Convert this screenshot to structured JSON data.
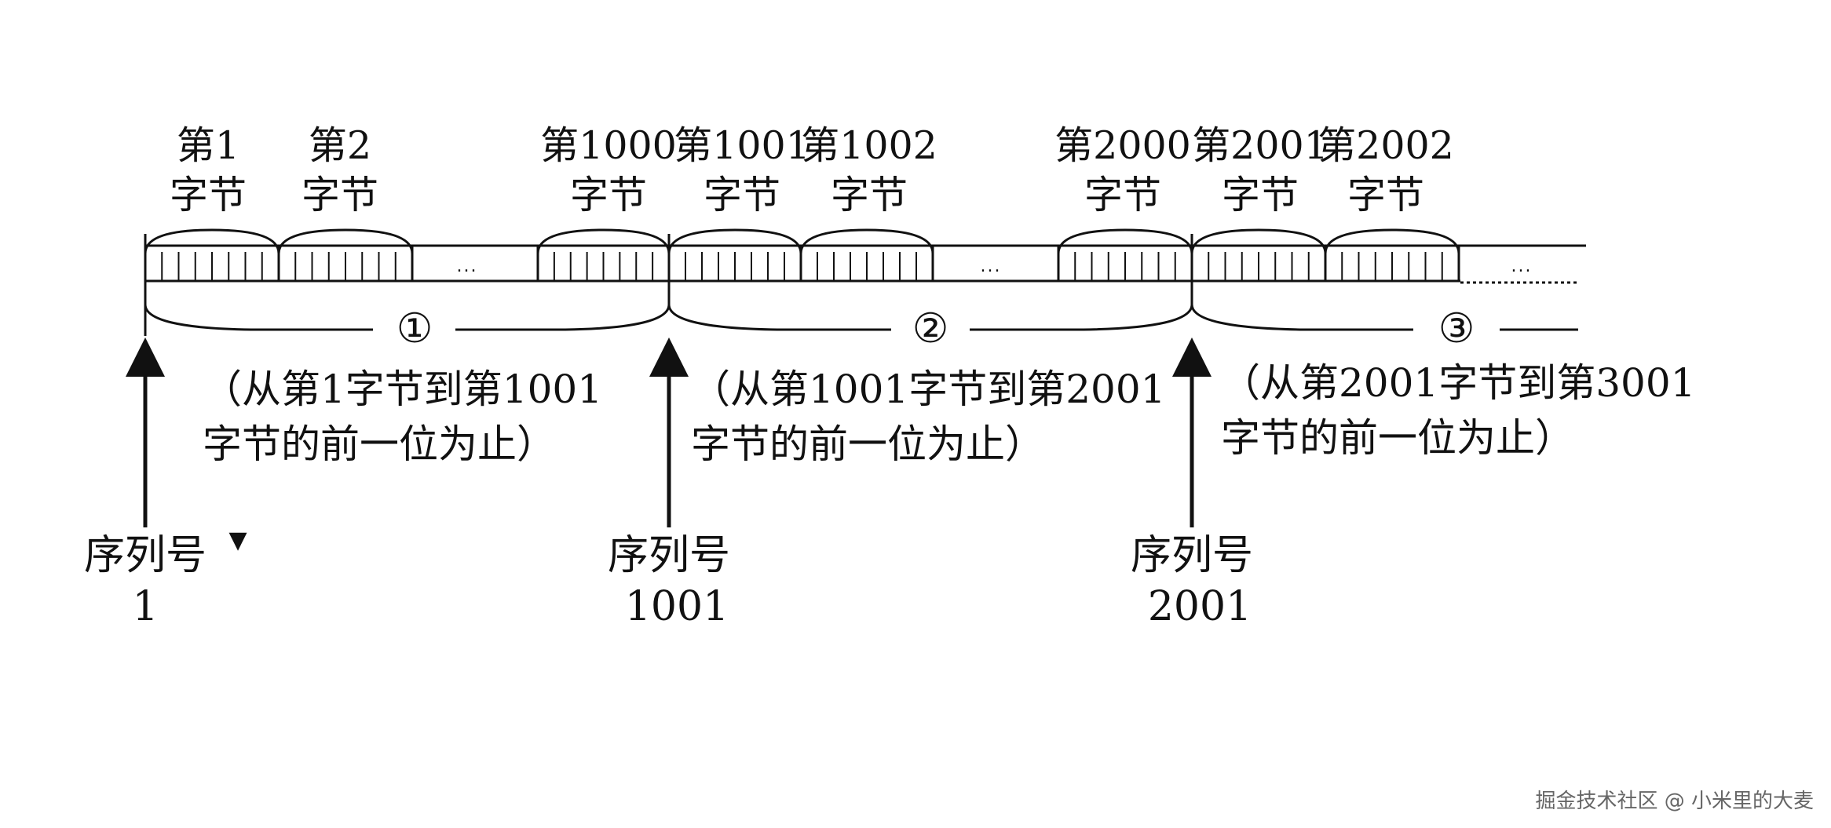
{
  "bytes": [
    {
      "prefix": "第1",
      "suffix": "字节"
    },
    {
      "prefix": "第2",
      "suffix": "字节"
    },
    {
      "prefix": "第1000",
      "suffix": "字节"
    },
    {
      "prefix": "第1001",
      "suffix": "字节"
    },
    {
      "prefix": "第1002",
      "suffix": "字节"
    },
    {
      "prefix": "第2000",
      "suffix": "字节"
    },
    {
      "prefix": "第2001",
      "suffix": "字节"
    },
    {
      "prefix": "第2002",
      "suffix": "字节"
    }
  ],
  "ellipsis": "...",
  "segments": [
    {
      "number": "①",
      "note_line1": "（从第1字节到第1001",
      "note_line2": "字节的前一位为止）"
    },
    {
      "number": "②",
      "note_line1": "（从第1001字节到第2001",
      "note_line2": "字节的前一位为止）"
    },
    {
      "number": "③",
      "note_line1": "（从第2001字节到第3001",
      "note_line2": "字节的前一位为止）"
    }
  ],
  "sequence_markers": [
    {
      "label": "序列号",
      "value": "1"
    },
    {
      "label": "序列号",
      "value": "1001"
    },
    {
      "label": "序列号",
      "value": "2001"
    }
  ],
  "cursor_glyph": "▼",
  "watermark": "掘金技术社区 @ 小米里的大麦"
}
